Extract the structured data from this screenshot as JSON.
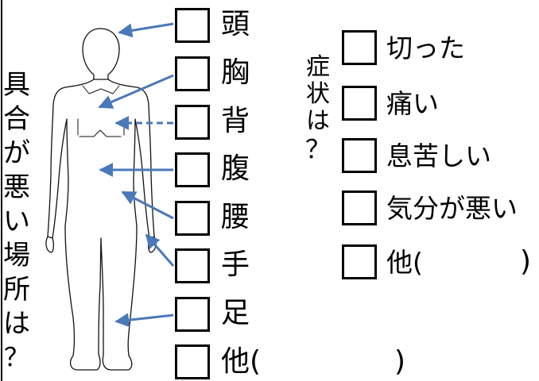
{
  "left_title": [
    "具",
    "合",
    "が",
    "悪",
    "い",
    "場",
    "所",
    "は",
    "？"
  ],
  "body_parts": [
    "頭",
    "胸",
    "背",
    "腹",
    "腰",
    "手",
    "足",
    "他("
  ],
  "body_parts_close": ")",
  "symptom_title": [
    "症",
    "状",
    "は",
    "？"
  ],
  "symptoms": [
    "切った",
    "痛い",
    "息苦しい",
    "気分が悪い",
    "他("
  ],
  "symptoms_close": ")",
  "colors": {
    "arrow": "#4a78b8",
    "outline": "#000000",
    "background": "#ffffff"
  }
}
